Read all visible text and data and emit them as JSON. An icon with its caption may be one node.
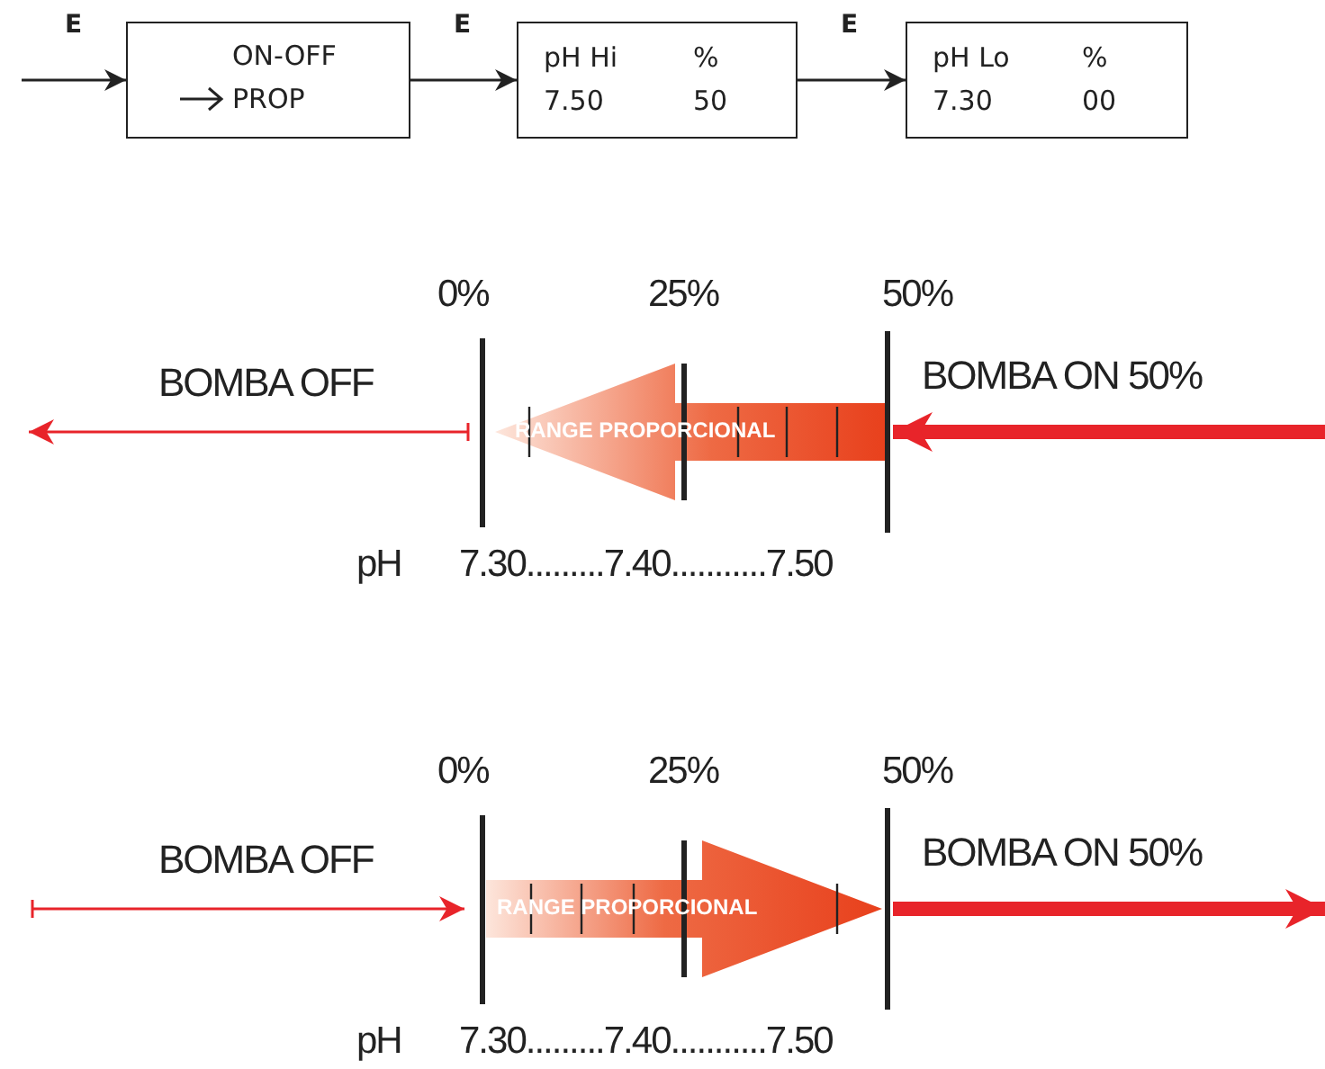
{
  "diagram": {
    "nodes": [
      {
        "text": [
          "ON-OFF",
          "PROP"
        ]
      },
      {
        "text": [
          "pH Hi",
          "%",
          "7.50",
          "50"
        ]
      },
      {
        "text": [
          "pH Lo",
          "%",
          "7.30",
          "00"
        ]
      }
    ],
    "edges": [
      {
        "from": null,
        "to": 0,
        "arrow": "to",
        "label": "E"
      },
      {
        "from": 0,
        "to": 1,
        "arrow": "to",
        "label": "E"
      },
      {
        "from": 1,
        "to": 2,
        "arrow": "to",
        "label": "E"
      }
    ],
    "labels": [
      "0%",
      "25%",
      "50%",
      "BOMBA OFF",
      "BOMBA ON 50%",
      "RANGE PROPORCIONAL",
      "pH",
      "7.30.........7.40...........7.50",
      "0%",
      "25%",
      "50%",
      "BOMBA OFF",
      "BOMBA ON 50%",
      "RANGE PROPORCIONAL",
      "pH",
      "7.30.........7.40...........7.50"
    ]
  }
}
